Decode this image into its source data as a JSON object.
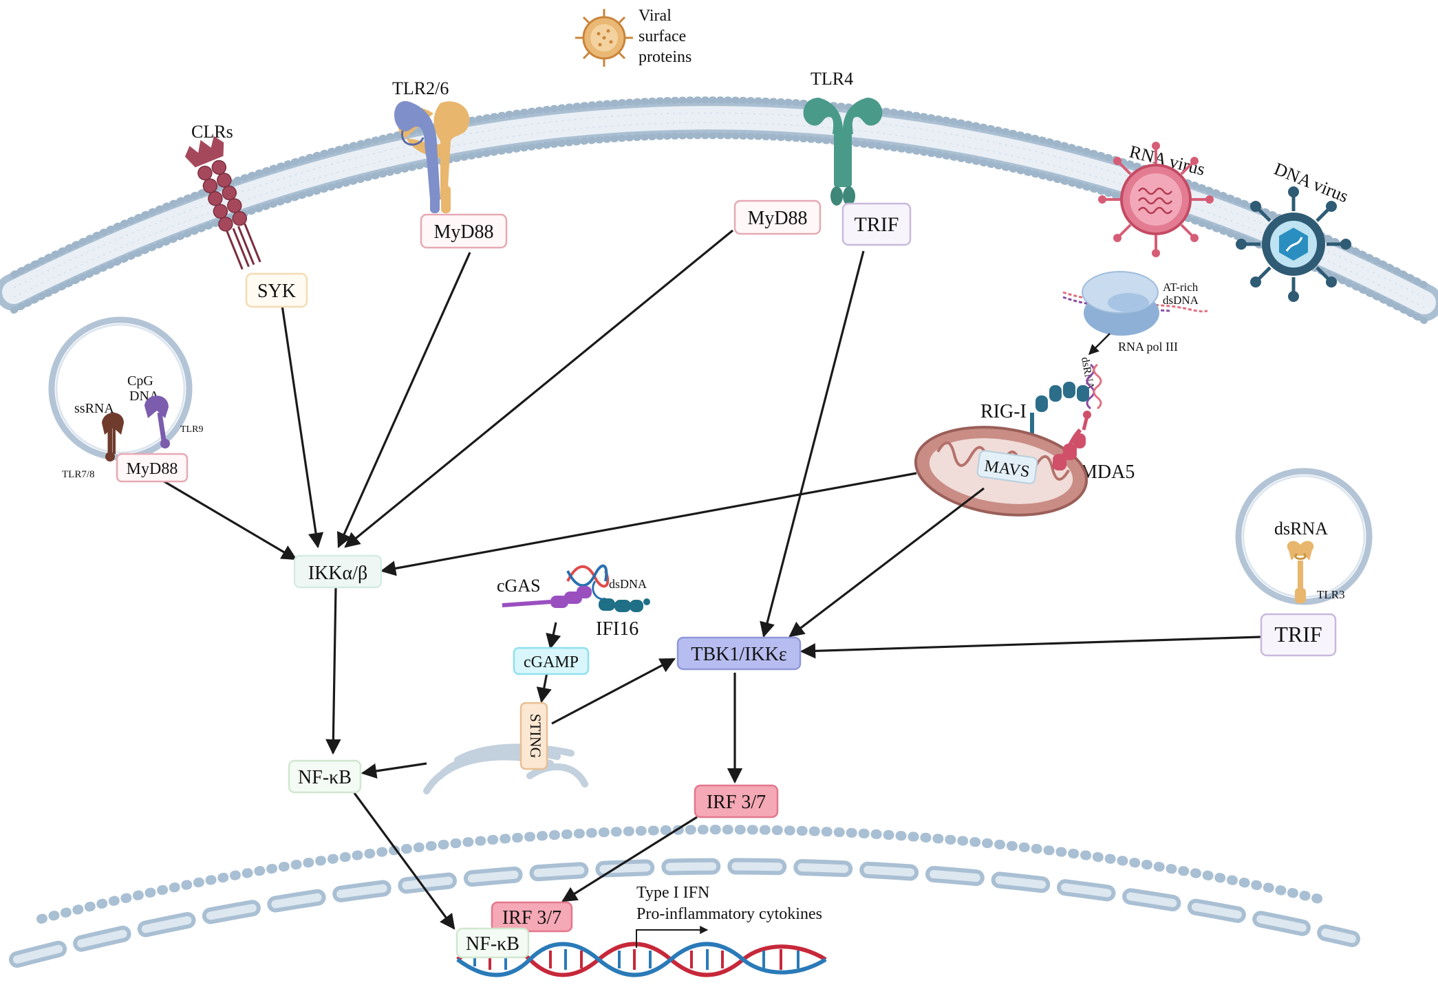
{
  "labels": {
    "viral_surface": [
      "Viral",
      "surface",
      "proteins"
    ],
    "clrs": "CLRs",
    "tlr26": "TLR2/6",
    "tlr4": "TLR4",
    "rna_virus": "RNA virus",
    "dna_virus": "DNA virus",
    "at_rich": [
      "AT-rich",
      "dsDNA"
    ],
    "rna_pol": "RNA pol III",
    "dsrna_small": "dsRNA",
    "rig_i": "RIG-I",
    "mda5": "MDA5",
    "ssrna": "ssRNA",
    "cpg": [
      "CpG",
      "DNA"
    ],
    "tlr9": "TLR9",
    "tlr78": "TLR7/8",
    "dsrna_endo": "dsRNA",
    "tlr3": "TLR3",
    "cgas": "cGAS",
    "dsdna": "dsDNA",
    "ifi16": "IFI16",
    "output": [
      "Type I IFN",
      "Pro-inflammatory cytokines"
    ]
  },
  "boxes": {
    "syk": "SYK",
    "myd88_tlr26": "MyD88",
    "myd88_tlr4": "MyD88",
    "trif_tlr4": "TRIF",
    "myd88_endo": "MyD88",
    "ikk": "IKKα/β",
    "mavs": "MAVS",
    "trif_tlr3": "TRIF",
    "tbk1": "TBK1/IKKε",
    "cgamp": "cGAMP",
    "sting": "STING",
    "nfkb_cyto": "NF-κB",
    "irf_cyto": "IRF 3/7",
    "irf_nuc": "IRF 3/7",
    "nfkb_nuc": "NF-κB"
  },
  "colors": {
    "membrane": "#b7c9d9",
    "clr": "#a6485c",
    "tlr2": "#7f8fc9",
    "tlr6": "#e8b66c",
    "tlr4": "#4a9a8a",
    "myd88_border": "#e6a9b4",
    "trif_border": "#c9b8dc",
    "tbk1_fill": "#b7bdf0",
    "irf_fill": "#f5a8b5",
    "mito": "#c98d86"
  }
}
